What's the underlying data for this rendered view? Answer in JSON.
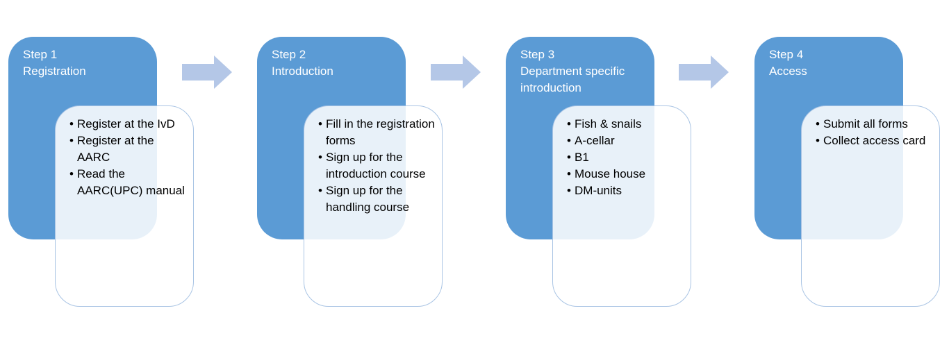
{
  "steps": [
    {
      "title_line1": "Step 1",
      "title_line2": "Registration",
      "items": [
        "Register at the IvD",
        "Register at the AARC",
        "Read the AARC(UPC) manual"
      ]
    },
    {
      "title_line1": "Step 2",
      "title_line2": "Introduction",
      "items": [
        "Fill in the registration forms",
        "Sign up for the introduction course",
        "Sign up for the handling course"
      ]
    },
    {
      "title_line1": "Step 3",
      "title_line2": "Department specific introduction",
      "items": [
        "Fish & snails",
        "A-cellar",
        "B1",
        "Mouse house",
        "DM-units"
      ]
    },
    {
      "title_line1": "Step 4",
      "title_line2": "Access",
      "items": [
        "Submit all forms",
        "Collect access card"
      ]
    }
  ],
  "colors": {
    "header_fill": "#5b9bd5",
    "body_border": "#a9c4e4",
    "arrow": "#b4c7e7"
  },
  "icons": {
    "arrow": "right-arrow-icon"
  }
}
